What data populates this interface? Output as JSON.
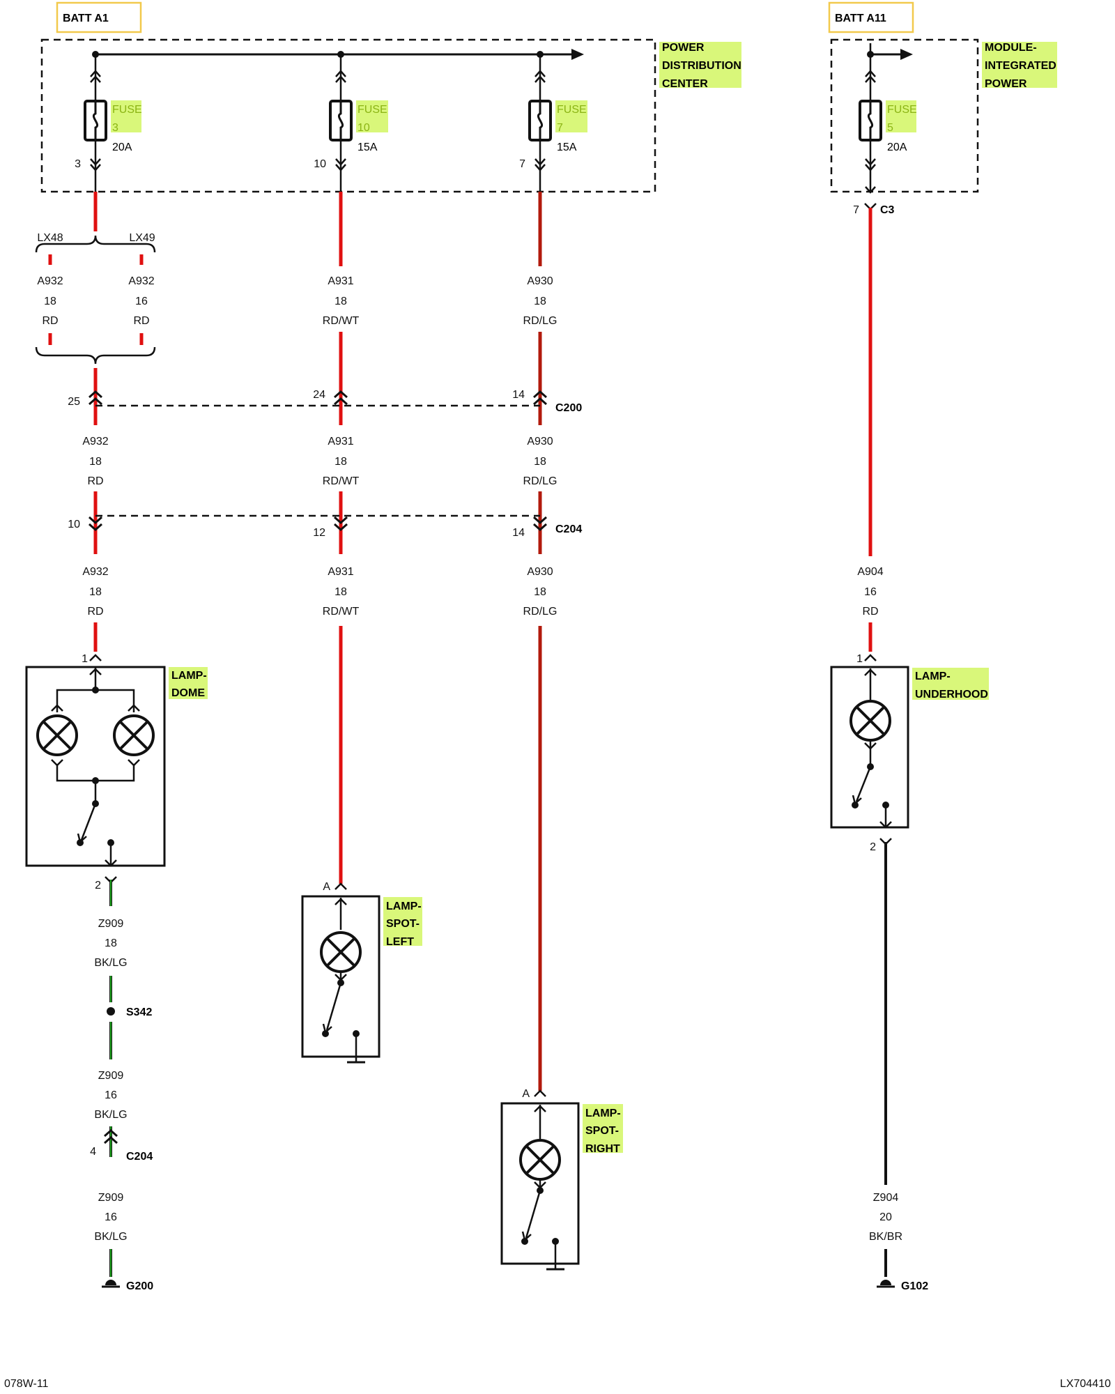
{
  "batteries": [
    {
      "label": "BATT A1"
    },
    {
      "label": "BATT A11"
    }
  ],
  "modules": {
    "pdc": [
      "POWER",
      "DISTRIBUTION",
      "CENTER"
    ],
    "mip": [
      "MODULE-",
      "INTEGRATED",
      "POWER"
    ]
  },
  "fuses": [
    {
      "word": "FUSE",
      "num": "3",
      "rating": "20A",
      "pin": "3"
    },
    {
      "word": "FUSE",
      "num": "10",
      "rating": "15A",
      "pin": "10"
    },
    {
      "word": "FUSE",
      "num": "7",
      "rating": "15A",
      "pin": "7"
    },
    {
      "word": "FUSE",
      "num": "5",
      "rating": "20A",
      "pin": "7"
    }
  ],
  "splice_options": {
    "left": "LX48",
    "right": "LX49"
  },
  "wires": {
    "a932_18": [
      "A932",
      "18",
      "RD"
    ],
    "a932_16": [
      "A932",
      "16",
      "RD"
    ],
    "a931": [
      "A931",
      "18",
      "RD/WT"
    ],
    "a930": [
      "A930",
      "18",
      "RD/LG"
    ],
    "a904": [
      "A904",
      "16",
      "RD"
    ],
    "z909_18": [
      "Z909",
      "18",
      "BK/LG"
    ],
    "z909_16": [
      "Z909",
      "16",
      "BK/LG"
    ],
    "z904": [
      "Z904",
      "20",
      "BK/BR"
    ]
  },
  "connectors": {
    "c200": "C200",
    "c204": "C204",
    "c3": "C3",
    "s342": "S342",
    "g200": "G200",
    "g102": "G102"
  },
  "pins": {
    "c200_1": "25",
    "c200_2": "24",
    "c200_3": "14",
    "c204_1": "10",
    "c204_2": "12",
    "c204_3": "14",
    "c204_4": "4",
    "c3": "7",
    "dome_in": "1",
    "dome_out": "2",
    "under_in": "1",
    "under_out": "2",
    "spotl_in": "A",
    "spotr_in": "A"
  },
  "lamps": {
    "dome": [
      "LAMP-",
      "DOME"
    ],
    "underhood": [
      "LAMP-",
      "UNDERHOOD"
    ],
    "spot_left": [
      "LAMP-",
      "SPOT-",
      "LEFT"
    ],
    "spot_right": [
      "LAMP-",
      "SPOT-",
      "RIGHT"
    ]
  },
  "footer": {
    "left": "078W-11",
    "right": "LX704410"
  },
  "colors": {
    "red_wire": "#e01010",
    "redlg_wire": "#b21a0c",
    "green_wire": "#22a722",
    "label_highlight": "#d9f77a",
    "batt_border": "#f2c94c"
  }
}
